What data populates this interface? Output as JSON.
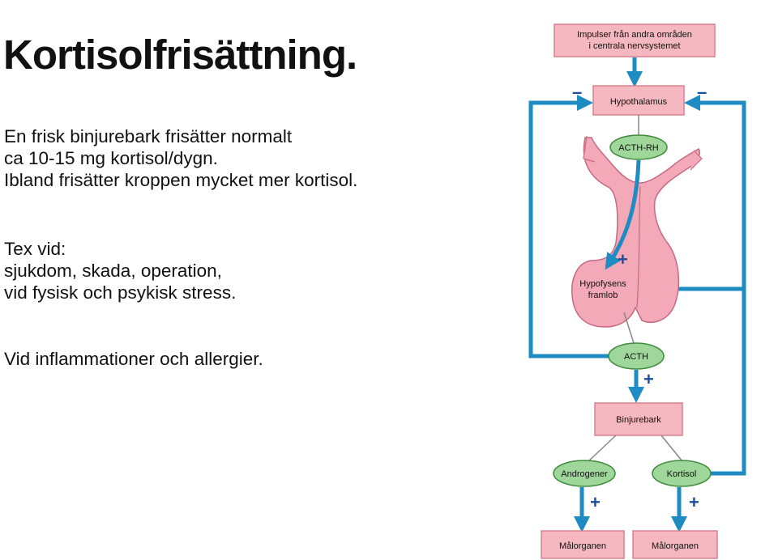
{
  "title": "Kortisolfrisättning.",
  "text": {
    "p1": [
      "En frisk binjurebark frisätter normalt",
      "ca 10-15 mg kortisol/dygn.",
      "Ibland frisätter kroppen mycket mer kortisol."
    ],
    "p2": [
      "Tex vid:",
      "sjukdom, skada, operation,",
      "vid fysisk och psykisk stress."
    ],
    "p3": [
      "Vid inflammationer och allergier."
    ]
  },
  "diagram": {
    "impulses": [
      "Impulser från andra områden",
      "i centrala nervsystemet"
    ],
    "hypothalamus": "Hypothalamus",
    "acth_rh": "ACTH-RH",
    "pituitary": [
      "Hypofysens",
      "framlob"
    ],
    "acth": "ACTH",
    "adrenal_cortex": "Binjurebark",
    "androgens": "Androgener",
    "cortisol": "Kortisol",
    "target_left": "Målorganen",
    "target_right": "Målorganen",
    "signs": {
      "minus": "–",
      "plus": "+"
    },
    "colors": {
      "box_fill": "#f5b8c0",
      "box_stroke": "#d9808e",
      "oval_fill": "#9fd79a",
      "oval_stroke": "#3e8a3a",
      "arrow": "#1e8bc3",
      "gland": "#f3a9b8",
      "gland_stroke": "#c56a82"
    }
  }
}
